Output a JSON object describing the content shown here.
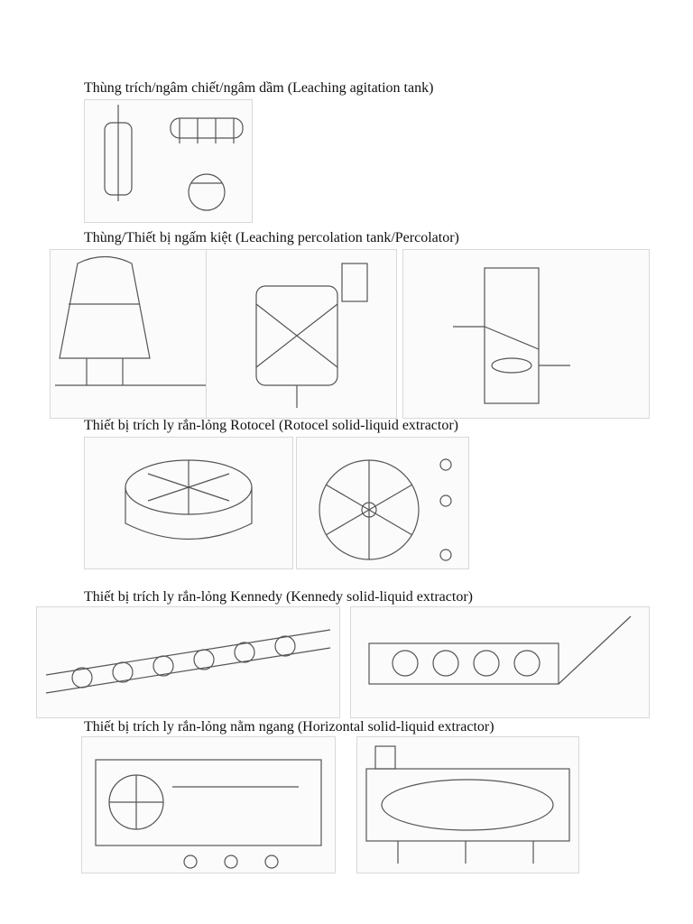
{
  "document": {
    "sections": [
      {
        "heading": "Thùng trích/ngâm chiết/ngâm dầm (Leaching agitation tank)"
      },
      {
        "heading": "Thùng/Thiết bị ngấm kiệt (Leaching percolation tank/Percolator)"
      },
      {
        "heading": "Thiết bị trích ly rắn-lỏng Rotocel (Rotocel solid-liquid extractor)"
      },
      {
        "heading": "Thiết bị trích ly rắn-lỏng Kennedy (Kennedy solid-liquid extractor)"
      },
      {
        "heading": "Thiết bị trích ly rắn-lỏng nằm ngang (Horizontal solid-liquid extractor)"
      }
    ]
  }
}
